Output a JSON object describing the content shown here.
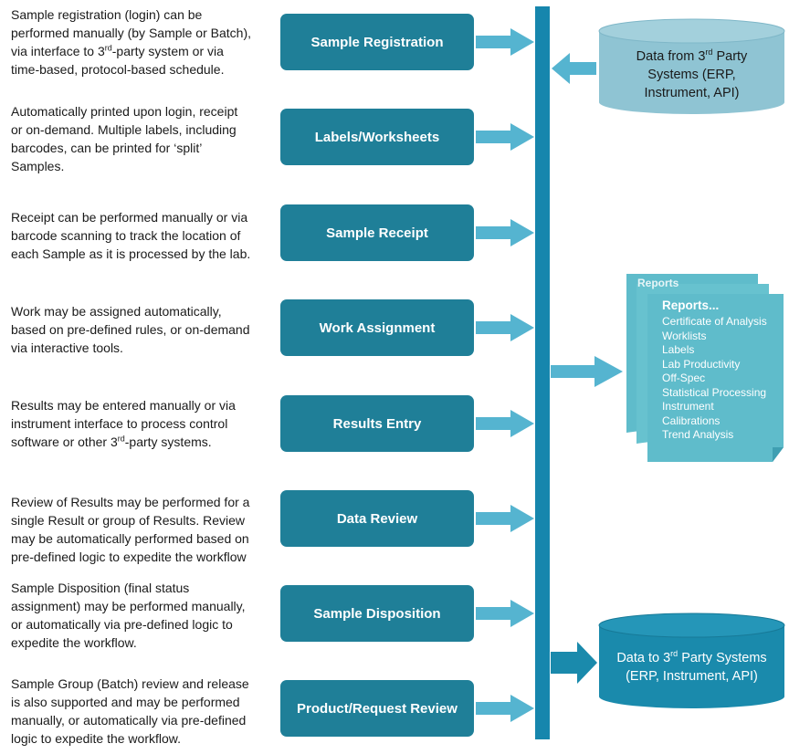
{
  "steps": [
    {
      "label": "Sample Registration",
      "desc": [
        "Sample registration (login) can be",
        "performed manually (by Sample or Batch),",
        "via interface to 3|rd|-party system or via",
        "time-based, protocol-based schedule."
      ]
    },
    {
      "label": "Labels/Worksheets",
      "desc": [
        "Automatically printed upon login, receipt",
        "or on-demand. Multiple labels, including",
        "barcodes, can be printed for ‘split’",
        "Samples."
      ]
    },
    {
      "label": "Sample Receipt",
      "desc": [
        "Receipt can be performed manually or via",
        "barcode scanning to track the location of",
        "each Sample as it is processed by the lab."
      ]
    },
    {
      "label": "Work Assignment",
      "desc": [
        "Work may be assigned automatically,",
        "based on pre-defined rules, or on-demand",
        "via interactive tools."
      ]
    },
    {
      "label": "Results Entry",
      "desc": [
        "Results may be entered manually or via",
        "instrument interface to process control",
        "software or other 3|rd|-party systems."
      ]
    },
    {
      "label": "Data Review",
      "desc": [
        "Review of Results may be performed for a",
        "single Result or group of Results. Review",
        "may be automatically performed based on",
        "pre-defined logic to expedite the workflow"
      ]
    },
    {
      "label": "Sample Disposition",
      "desc": [
        "Sample Disposition (final status",
        "assignment) may be performed manually,",
        "or automatically via pre-defined logic to",
        "expedite the workflow."
      ]
    },
    {
      "label": "Product/Request Review",
      "desc": [
        "Sample Group (Batch) review and release",
        "is also supported and may be performed",
        "manually, or automatically via pre-defined",
        "logic to expedite the workflow."
      ]
    }
  ],
  "data_from": {
    "lines": [
      "Data from 3|rd| Party",
      "Systems (ERP,",
      "Instrument, API)"
    ]
  },
  "data_to": {
    "lines": [
      "Data to 3|rd| Party Systems",
      "(ERP, Instrument, API)"
    ]
  },
  "reports": {
    "title": "Reports...",
    "items": [
      "Certificate of Analysis",
      "Worklists",
      "Labels",
      "Lab Productivity",
      "Off-Spec",
      "Statistical Processing",
      "Instrument",
      "Calibrations",
      "Trend Analysis"
    ]
  },
  "colors": {
    "step_fill": "#1f7f98",
    "spine": "#1686ad",
    "arrow": "#55b4d0",
    "cylinder_light": "#8fc4d3",
    "cylinder_dark": "#1a8aac",
    "reports_fill": "#5fbccb"
  }
}
